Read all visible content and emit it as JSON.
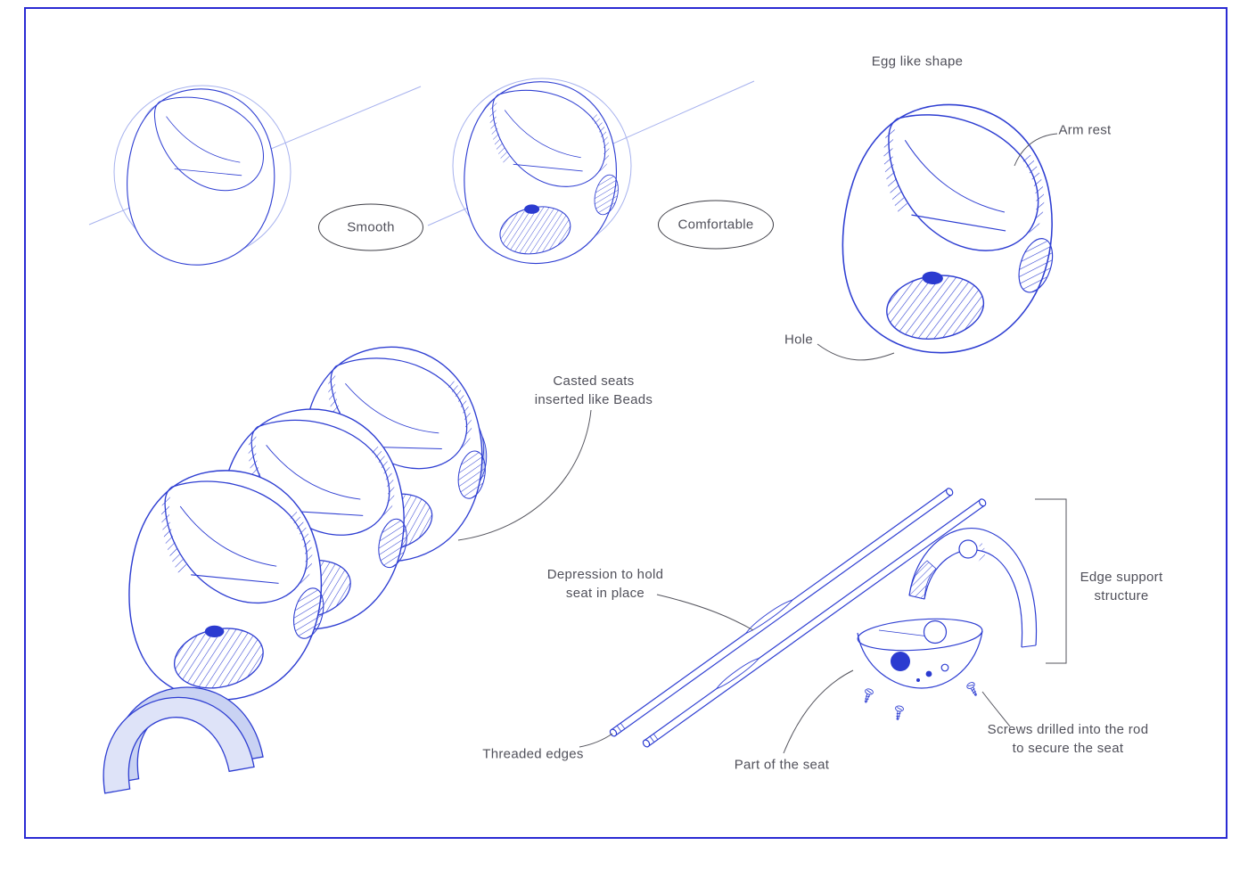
{
  "page": {
    "background": "#ffffff",
    "border_color": "#2a2bd3",
    "ink_color": "#2e3ed2",
    "construction_color": "#a7b2ee",
    "accent_fill_color": "#dee3f8",
    "solid_accent_color": "#2b3bd0",
    "text_color": "#50505a"
  },
  "annotations": {
    "smooth": "Smooth",
    "comfortable": "Comfortable",
    "egg_like_shape": "Egg like shape",
    "arm_rest": "Arm rest",
    "hole": "Hole",
    "casted_seats": "Casted seats\ninserted like Beads",
    "depression": "Depression to hold\nseat in place",
    "threaded_edges": "Threaded edges",
    "part_of_seat": "Part of the seat",
    "screws": "Screws drilled into the rod\nto secure the seat",
    "edge_support": "Edge support\nstructure"
  }
}
